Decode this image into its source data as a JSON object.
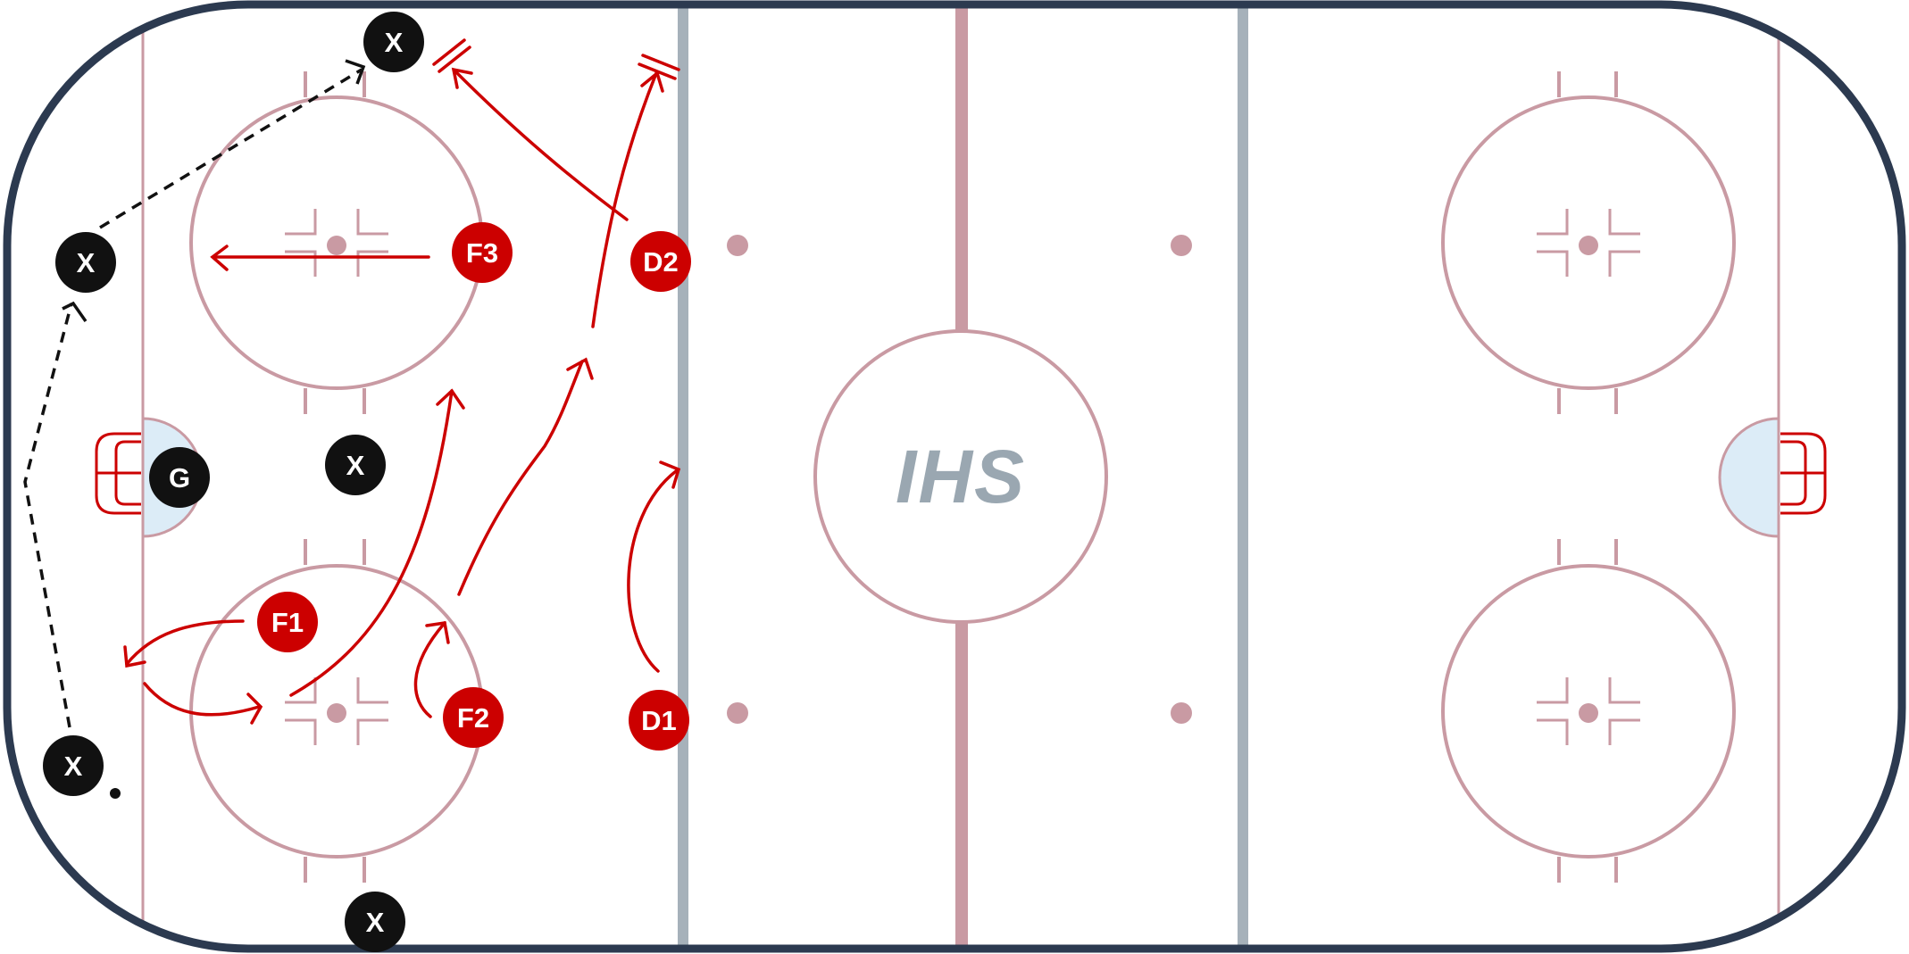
{
  "diagram": {
    "logo_text": "IHS",
    "colors": {
      "boards": "#2c3a50",
      "red_line": "#c99aa3",
      "blue_line": "#a6b1ba",
      "crease": "#dcecf7",
      "attack": "#cc0000",
      "defense": "#111111"
    },
    "attackers": [
      {
        "label": "F1"
      },
      {
        "label": "F2"
      },
      {
        "label": "F3"
      },
      {
        "label": "D1"
      },
      {
        "label": "D2"
      }
    ],
    "defenders": [
      {
        "label": "X"
      },
      {
        "label": "X"
      },
      {
        "label": "X"
      },
      {
        "label": "X"
      },
      {
        "label": "X"
      }
    ],
    "goalie": {
      "label": "G"
    }
  }
}
